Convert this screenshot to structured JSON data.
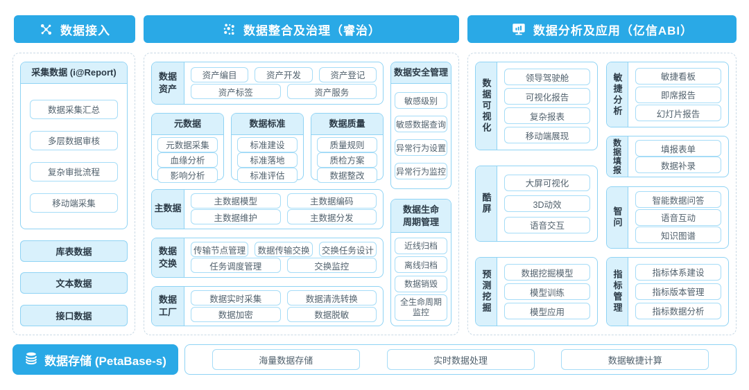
{
  "colors": {
    "accent": "#2AA9E6",
    "light_fill": "#D9F1FC",
    "box_border": "#8FD3F4",
    "item_border": "#A5DCF7"
  },
  "headers": {
    "ingest": "数据接入",
    "governance": "数据整合及治理（睿治）",
    "analysis": "数据分析及应用（亿信ABI）"
  },
  "ingest": {
    "group_title": "采集数据 (i@Report)",
    "group_items": [
      "数据采集汇总",
      "多层数据审核",
      "复杂审批流程",
      "移动端采集"
    ],
    "sources": [
      "库表数据",
      "文本数据",
      "接口数据"
    ]
  },
  "gov": {
    "asset": {
      "label": "数据\n资产",
      "r0": [
        "资产编目",
        "资产开发",
        "资产登记"
      ],
      "r1": [
        "资产标签",
        "资产服务"
      ]
    },
    "meta": {
      "t": "元数据",
      "items": [
        "元数据采集",
        "血缘分析",
        "影响分析"
      ]
    },
    "std": {
      "t": "数据标准",
      "items": [
        "标准建设",
        "标准落地",
        "标准评估"
      ]
    },
    "qual": {
      "t": "数据质量",
      "items": [
        "质量规则",
        "质检方案",
        "数据整改"
      ]
    },
    "master": {
      "label": "主数据",
      "r0": [
        "主数据模型",
        "主数据编码"
      ],
      "r1": [
        "主数据维护",
        "主数据分发"
      ]
    },
    "exch": {
      "label": "数据\n交换",
      "r0": [
        "传输节点管理",
        "数据传输交换",
        "交换任务设计"
      ],
      "r1": [
        "任务调度管理",
        "交换监控"
      ]
    },
    "fact": {
      "label": "数据\n工厂",
      "r0": [
        "数据实时采集",
        "数据清洗转换"
      ],
      "r1": [
        "数据加密",
        "数据脱敏"
      ]
    },
    "sec": {
      "t": "数据安全管理",
      "items": [
        "敏感级别",
        "敏感数据查询",
        "异常行为设置",
        "异常行为监控"
      ]
    },
    "life": {
      "t": "数据生命\n周期管理",
      "items": [
        "近线归档",
        "离线归档",
        "数据销毁",
        "全生命周期\n监控"
      ]
    }
  },
  "ana": {
    "col_a": [
      {
        "label": "数据可视化",
        "items": [
          "领导驾驶舱",
          "可视化报告",
          "复杂报表",
          "移动端展现"
        ]
      },
      {
        "label": "酷屏",
        "items": [
          "大屏可视化",
          "3D动效",
          "语音交互"
        ]
      },
      {
        "label": "预测挖掘",
        "items": [
          "数据挖掘模型",
          "模型训练",
          "模型应用"
        ]
      }
    ],
    "col_b": [
      {
        "label": "敏捷分析",
        "items": [
          "敏捷看板",
          "即席报告",
          "幻灯片报告"
        ]
      },
      {
        "label": "数据填报",
        "items": [
          "填报表单",
          "数据补录"
        ]
      },
      {
        "label": "智问",
        "items": [
          "智能数据问答",
          "语音互动",
          "知识图谱"
        ]
      },
      {
        "label": "指标管理",
        "items": [
          "指标体系建设",
          "指标版本管理",
          "指标数据分析"
        ]
      }
    ]
  },
  "storage": {
    "label": "数据存储 (PetaBase-s)",
    "items": [
      "海量数据存储",
      "实时数据处理",
      "数据敏捷计算"
    ]
  }
}
